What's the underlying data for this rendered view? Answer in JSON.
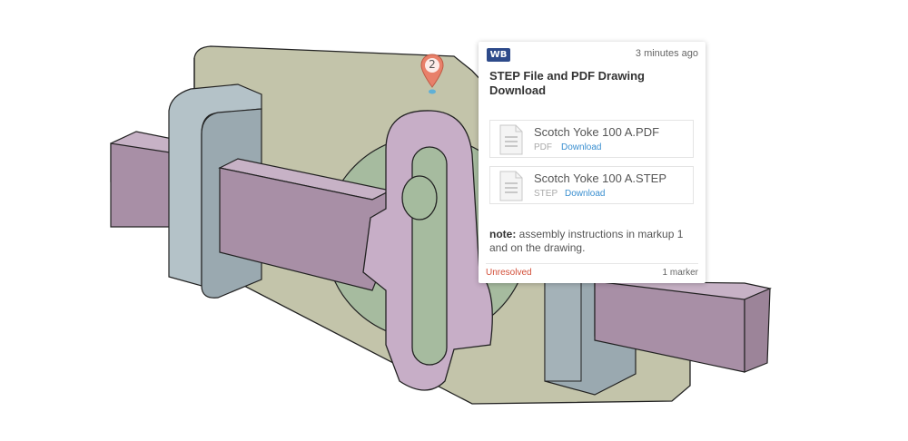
{
  "marker": {
    "number": "2"
  },
  "comment": {
    "author_initials": "WB",
    "time": "3 minutes ago",
    "title": "STEP File and PDF Drawing Download",
    "attachments": [
      {
        "name": "Scotch Yoke 100 A.PDF",
        "type": "PDF",
        "action": "Download"
      },
      {
        "name": "Scotch Yoke 100 A.STEP",
        "type": "STEP",
        "action": "Download"
      }
    ],
    "note_label": "note:",
    "note_text": " assembly instructions in markup 1 and on the drawing.",
    "status": "Unresolved",
    "marker_count": "1 marker"
  },
  "colors": {
    "plate": "#c2c2a8",
    "bracket": "#a8b6bc",
    "slider": "#b79fb6",
    "disc": "#a5bb9e",
    "status_unresolved": "#d3503a",
    "link": "#3a8fd0",
    "avatar": "#2d4a8a"
  }
}
